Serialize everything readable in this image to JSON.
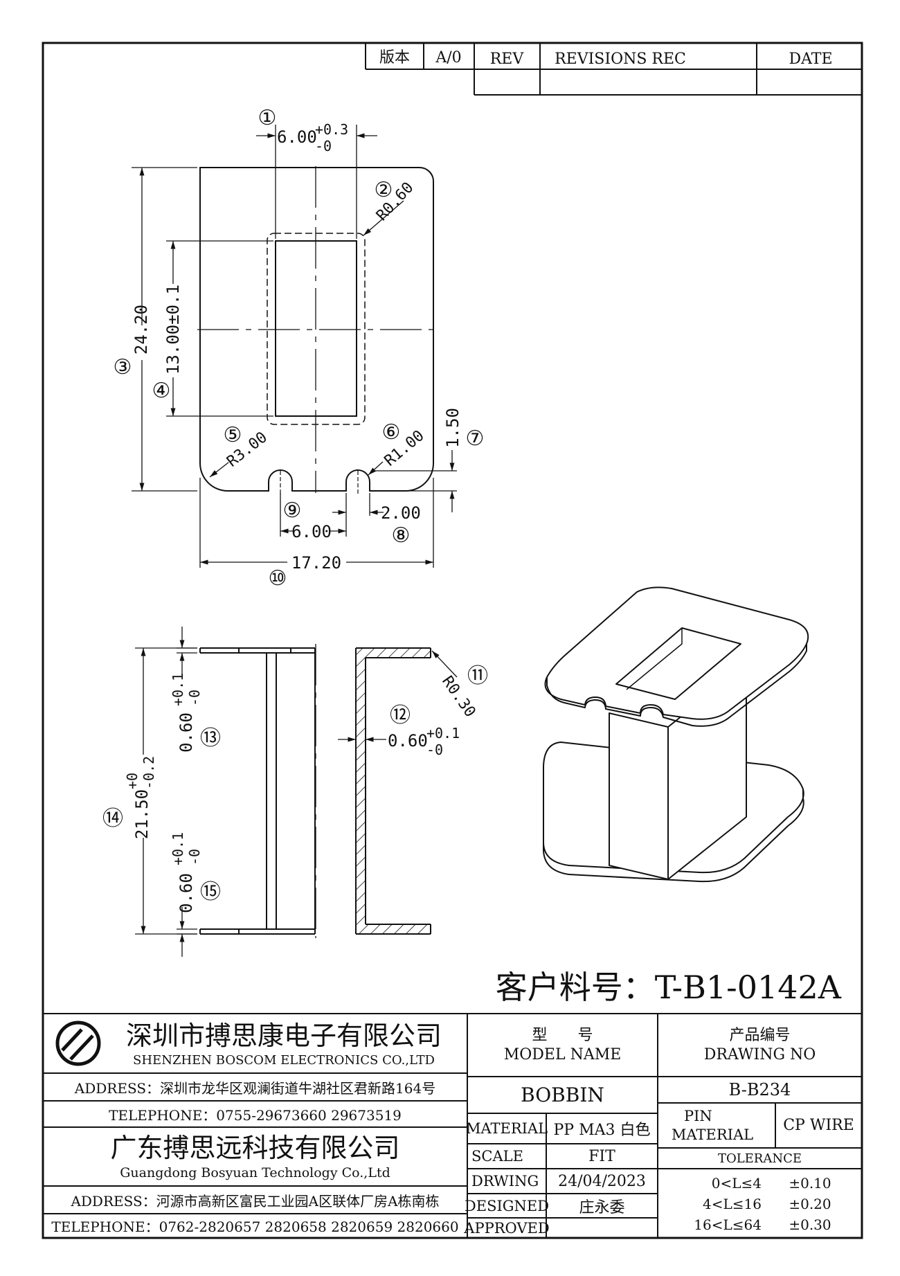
{
  "revision_table": {
    "version_label": "版本",
    "version_value": "A/0",
    "rev_label": "REV",
    "revisions_label": "REVISIONS REC",
    "date_label": "DATE"
  },
  "drawing": {
    "front_view": {
      "callout_1": "①",
      "dim_width_inner": "6.00",
      "dim_width_inner_tol_plus": "+0.3",
      "dim_width_inner_tol_minus": "-0",
      "callout_2": "②",
      "radius_inner": "R0.60",
      "callout_3": "③",
      "dim_height_overall": "24.20",
      "callout_4": "④",
      "dim_height_inner": "13.00±0.1",
      "callout_5": "⑤",
      "radius_corner": "R3.00",
      "callout_6": "⑥",
      "radius_notch": "R1.00",
      "callout_7": "⑦",
      "dim_notch_depth": "1.50",
      "callout_8": "⑧",
      "dim_notch_width": "2.00",
      "callout_9": "⑨",
      "dim_notch_spacing": "6.00",
      "callout_10": "⑩",
      "dim_width_overall": "17.20"
    },
    "side_view": {
      "callout_11": "⑪",
      "radius_edge": "R0.30",
      "callout_12": "⑫",
      "dim_wall": "0.60",
      "dim_wall_tol_plus": "+0.1",
      "dim_wall_tol_minus": "-0",
      "callout_13": "⑬",
      "dim_flange_top": "0.60",
      "dim_flange_top_tol_plus": "+0.1",
      "dim_flange_top_tol_minus": "-0",
      "callout_14": "⑭",
      "dim_length": "21.50",
      "dim_length_tol_plus": "+0",
      "dim_length_tol_minus": "-0.2",
      "callout_15": "⑮",
      "dim_flange_bottom": "0.60",
      "dim_flange_bottom_tol_plus": "+0.1",
      "dim_flange_bottom_tol_minus": "-0"
    },
    "customer_part_no": "客户料号：T-B1-0142A"
  },
  "title_block": {
    "company1_cn": "深圳市搏思康电子有限公司",
    "company1_en": "SHENZHEN BOSCOM ELECTRONICS CO.,LTD",
    "address1": "ADDRESS：深圳市龙华区观澜街道牛湖社区君新路164号",
    "telephone1": "TELEPHONE：0755-29673660 29673519",
    "company2_cn": "广东搏思远科技有限公司",
    "company2_en": "Guangdong Bosyuan Technology Co.,Ltd",
    "address2": "ADDRESS：河源市高新区富民工业园A区联体厂房A栋南栋",
    "telephone2": "TELEPHONE：0762-2820657 2820658 2820659 2820660",
    "model_label_cn": "型　　号",
    "model_label_en": "MODEL NAME",
    "model_value": "BOBBIN",
    "drawing_no_label_cn": "产品编号",
    "drawing_no_label_en": "DRAWING NO",
    "drawing_no_value": "B-B234",
    "material_label": "MATERIAL",
    "material_value": "PP MA3 白色",
    "scale_label": "SCALE",
    "scale_value": "FIT",
    "drawing_label": "DRWING",
    "drawing_date": "24/04/2023",
    "designed_label": "DESIGNED",
    "designed_value": "庄永委",
    "approved_label": "APPROVED",
    "approved_value": "",
    "pin_material_label_1": "PIN",
    "pin_material_label_2": "MATERIAL",
    "pin_material_value": "CP WIRE",
    "tolerance_label": "TOLERANCE",
    "tolerances": [
      {
        "range": "0<L≤4",
        "value": "±0.10"
      },
      {
        "range": "4<L≤16",
        "value": "±0.20"
      },
      {
        "range": "16<L≤64",
        "value": "±0.30"
      }
    ]
  },
  "colors": {
    "line": "#111111",
    "background": "#ffffff"
  },
  "icons": {
    "company_logo": "boscom-logo-icon"
  }
}
